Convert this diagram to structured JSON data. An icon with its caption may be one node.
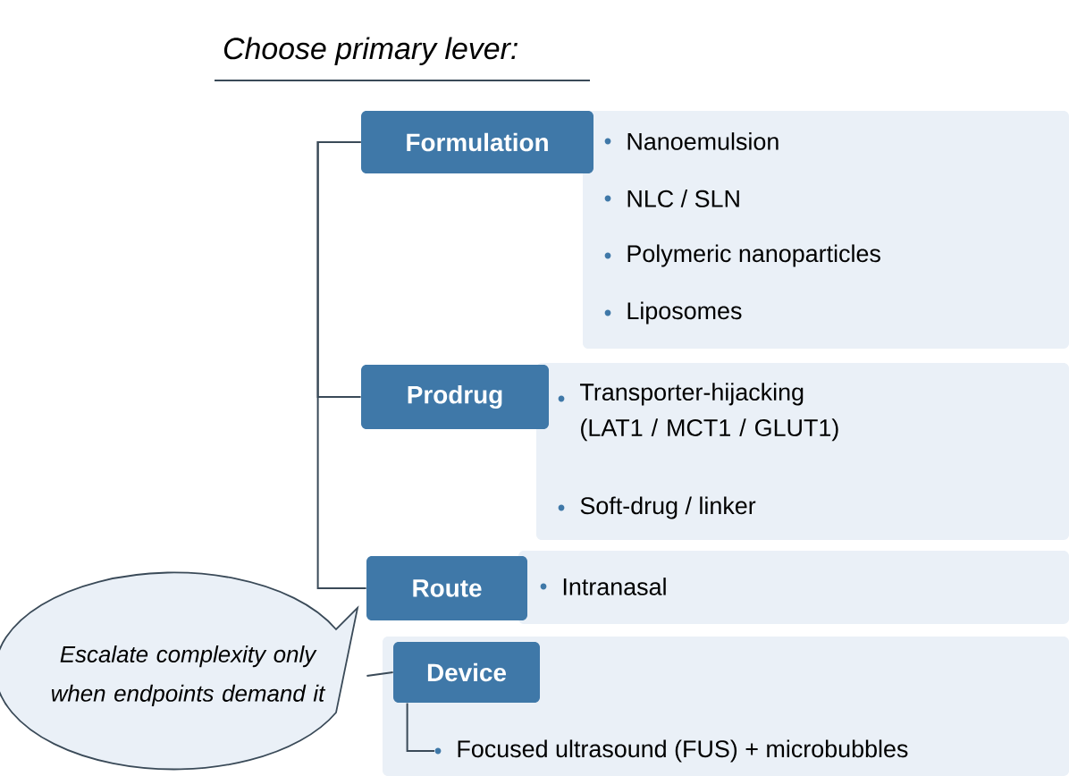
{
  "diagram": {
    "title": "Choose primary lever:",
    "nodes": [
      {
        "text": [
          "Formulation"
        ]
      },
      {
        "text": [
          "Nanoemulsion",
          "NLC / SLN",
          "Polymeric nanoparticles",
          "Liposomes"
        ]
      },
      {
        "text": [
          "Prodrug"
        ]
      },
      {
        "text": [
          "Transporter-hijacking (LAT1 / MCT1 / GLUT1)",
          "Soft-drug / linker"
        ]
      },
      {
        "text": [
          "Route"
        ]
      },
      {
        "text": [
          "Intranasal"
        ]
      },
      {
        "text": [
          "Escalate complexity only when endpoints demand it"
        ]
      },
      {
        "text": [],
        "shape": "box"
      },
      {
        "text": [
          "Device"
        ],
        "in": 7
      },
      {
        "text": [
          "Focused ultrasound (FUS) + microbubbles"
        ],
        "in": 7
      }
    ],
    "edges": [
      {
        "from": 0,
        "to": 2,
        "arrow": "none"
      },
      {
        "from": 0,
        "to": 4,
        "arrow": "none"
      },
      {
        "from": 6,
        "to": 8,
        "arrow": "none"
      },
      {
        "from": 8,
        "to": 9,
        "arrow": "none"
      }
    ]
  }
}
